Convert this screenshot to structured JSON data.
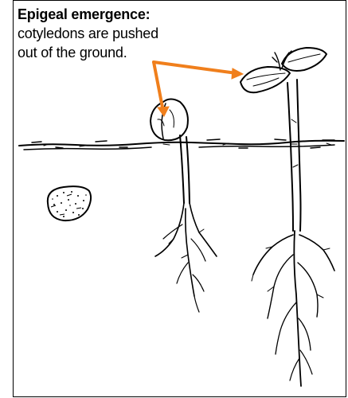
{
  "caption": {
    "title": "Epigeal emergence:",
    "line1": "cotyledons are pushed",
    "line2": "out of the ground."
  },
  "colors": {
    "arrow": "#f07f1c",
    "ink": "#000000",
    "background": "#ffffff"
  },
  "illustration": {
    "items": [
      "seed-icon",
      "young-seedling-icon",
      "mature-seedling-icon",
      "soil-line"
    ]
  }
}
